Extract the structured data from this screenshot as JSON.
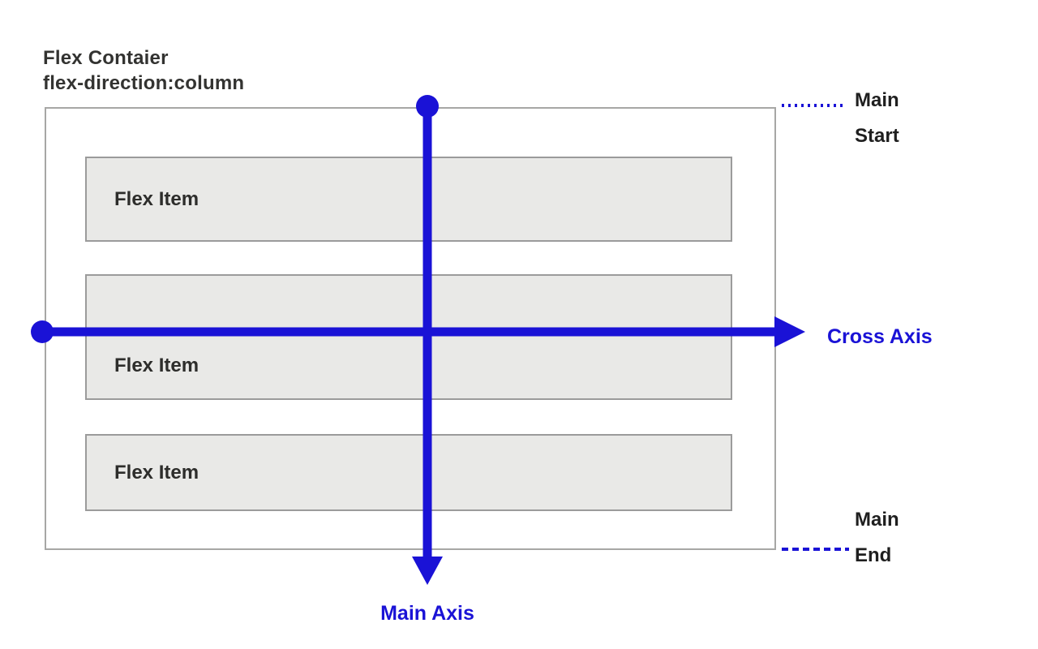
{
  "title": {
    "line1": "Flex Contaier",
    "line2": "flex-direction:column"
  },
  "container": {
    "items": [
      {
        "label": "Flex Item"
      },
      {
        "label": "Flex Item"
      },
      {
        "label": "Flex Item"
      }
    ]
  },
  "axes": {
    "main_axis_label": "Main Axis",
    "cross_axis_label": "Cross Axis"
  },
  "annotations": {
    "main_start": {
      "line1": "Main",
      "line2": "Start"
    },
    "main_end": {
      "line1": "Main",
      "line2": "End"
    }
  },
  "colors": {
    "axis_blue": "#1a12d6",
    "item_fill": "#e9e9e7",
    "item_border": "#9b9b9b",
    "container_border": "#a7a7a5",
    "title_text": "#333331",
    "item_text": "#2d2d2b",
    "annotation_text": "#1f1f1f"
  }
}
